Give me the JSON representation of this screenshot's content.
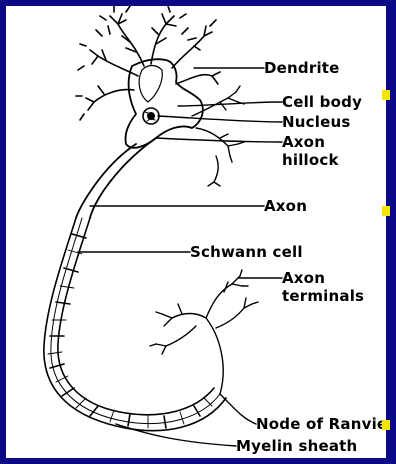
{
  "labels": {
    "dendrite": "Dendrite",
    "cell_body": "Cell body",
    "nucleus": "Nucleus",
    "axon_hillock_line1": "Axon",
    "axon_hillock_line2": "hillock",
    "axon": "Axon",
    "schwann_cell": "Schwann cell",
    "axon_terminals_line1": "Axon",
    "axon_terminals_line2": "terminals",
    "node_of_ranvier": "Node of Ranvie",
    "myelin_sheath": "Myelin sheath"
  },
  "colors": {
    "frame": "#0a0a86",
    "background": "#ffffff",
    "ink": "#000000",
    "marker": "#f2e600"
  }
}
